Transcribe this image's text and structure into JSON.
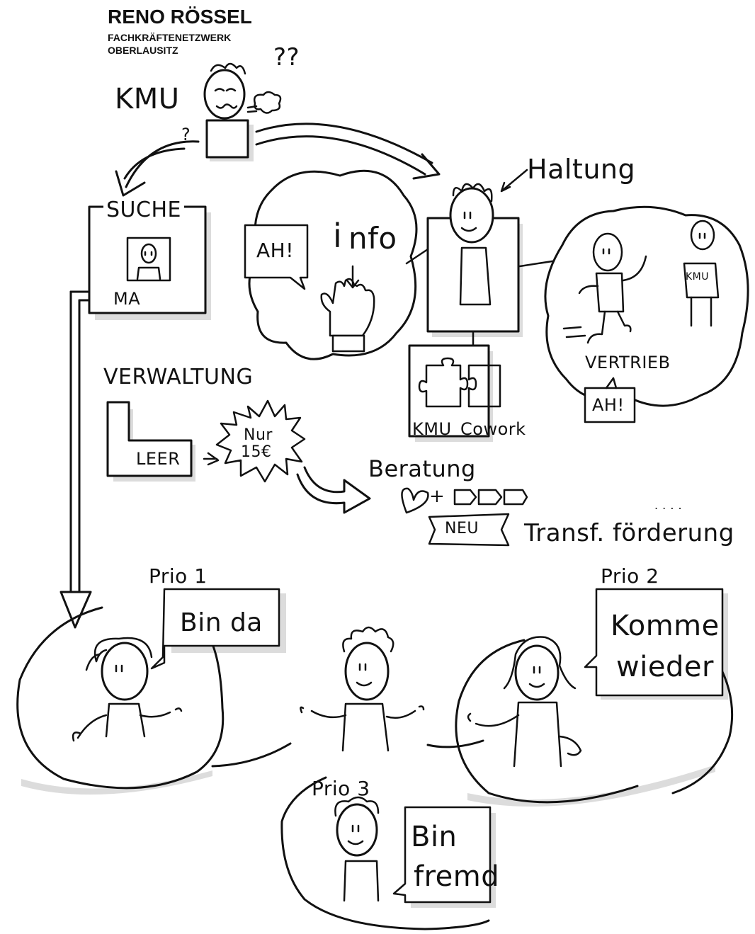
{
  "header": {
    "name": "RENO RÖSSEL",
    "org_line1": "FACHKRÄFTENETZWERK",
    "org_line2": "OBERLAUSITZ"
  },
  "top": {
    "kmu": "KMU",
    "question_marks": "??",
    "small_question": "?"
  },
  "left": {
    "suche": "SUCHE",
    "ma": "MA"
  },
  "center": {
    "ah_bubble": "AH!",
    "info_i": "i",
    "info_rest": "nfo",
    "haltung": "Haltung"
  },
  "right": {
    "kmu_shirt": "KMU",
    "vertrieb": "VERTRIEB",
    "ah_bubble2": "AH!"
  },
  "puzzle": {
    "left": "KMU",
    "right": "Cowork"
  },
  "verwaltung": {
    "title": "VERWALTUNG",
    "leer": "LEER",
    "nur": "Nur",
    "price": "15€"
  },
  "beratung": {
    "title": "Beratung",
    "plus": "+",
    "dots": ". . . .",
    "neu": "NEU",
    "transf": "Transf. förderung"
  },
  "prio": {
    "p1": "Prio 1",
    "p1_bubble": "Bin da",
    "p2": "Prio 2",
    "p2_bubble_l1": "Komme",
    "p2_bubble_l2": "wieder",
    "p3": "Prio 3",
    "p3_bubble_l1": "Bin",
    "p3_bubble_l2": "fremd"
  }
}
